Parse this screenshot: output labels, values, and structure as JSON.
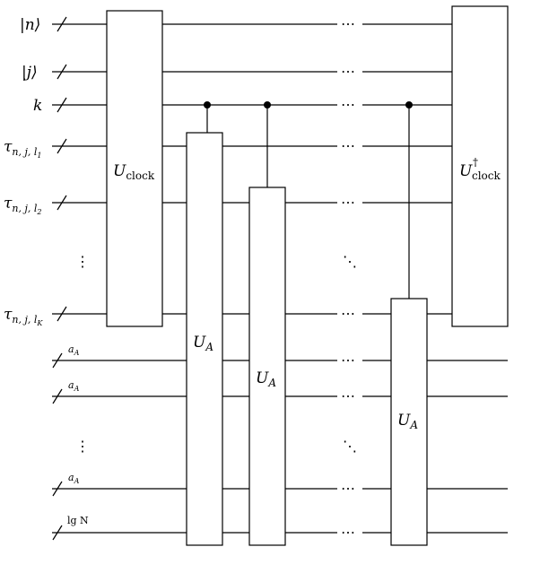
{
  "labels": {
    "n_ket": "|n⟩",
    "j_ket": "|j⟩",
    "k": "k",
    "tau": "τ",
    "tau_sub_1": "n, j, l",
    "tau_subsub_1": "1",
    "tau_sub_2": "n, j, l",
    "tau_subsub_2": "2",
    "tau_sub_K": "n, j, l",
    "tau_subsub_K": "K",
    "vdots": "⋮",
    "aA_main": "a",
    "aA_sub": "A",
    "lgN": "lg N"
  },
  "gates": {
    "clock_main": "U",
    "clock_sub": "clock",
    "clock_dagger_main": "U",
    "clock_dagger_sup": "†",
    "clock_dagger_sub": "clock",
    "ua_main": "U",
    "ua_sub": "A"
  },
  "ellipsis": {
    "hdots": "⋯",
    "ddots": "⋱"
  }
}
